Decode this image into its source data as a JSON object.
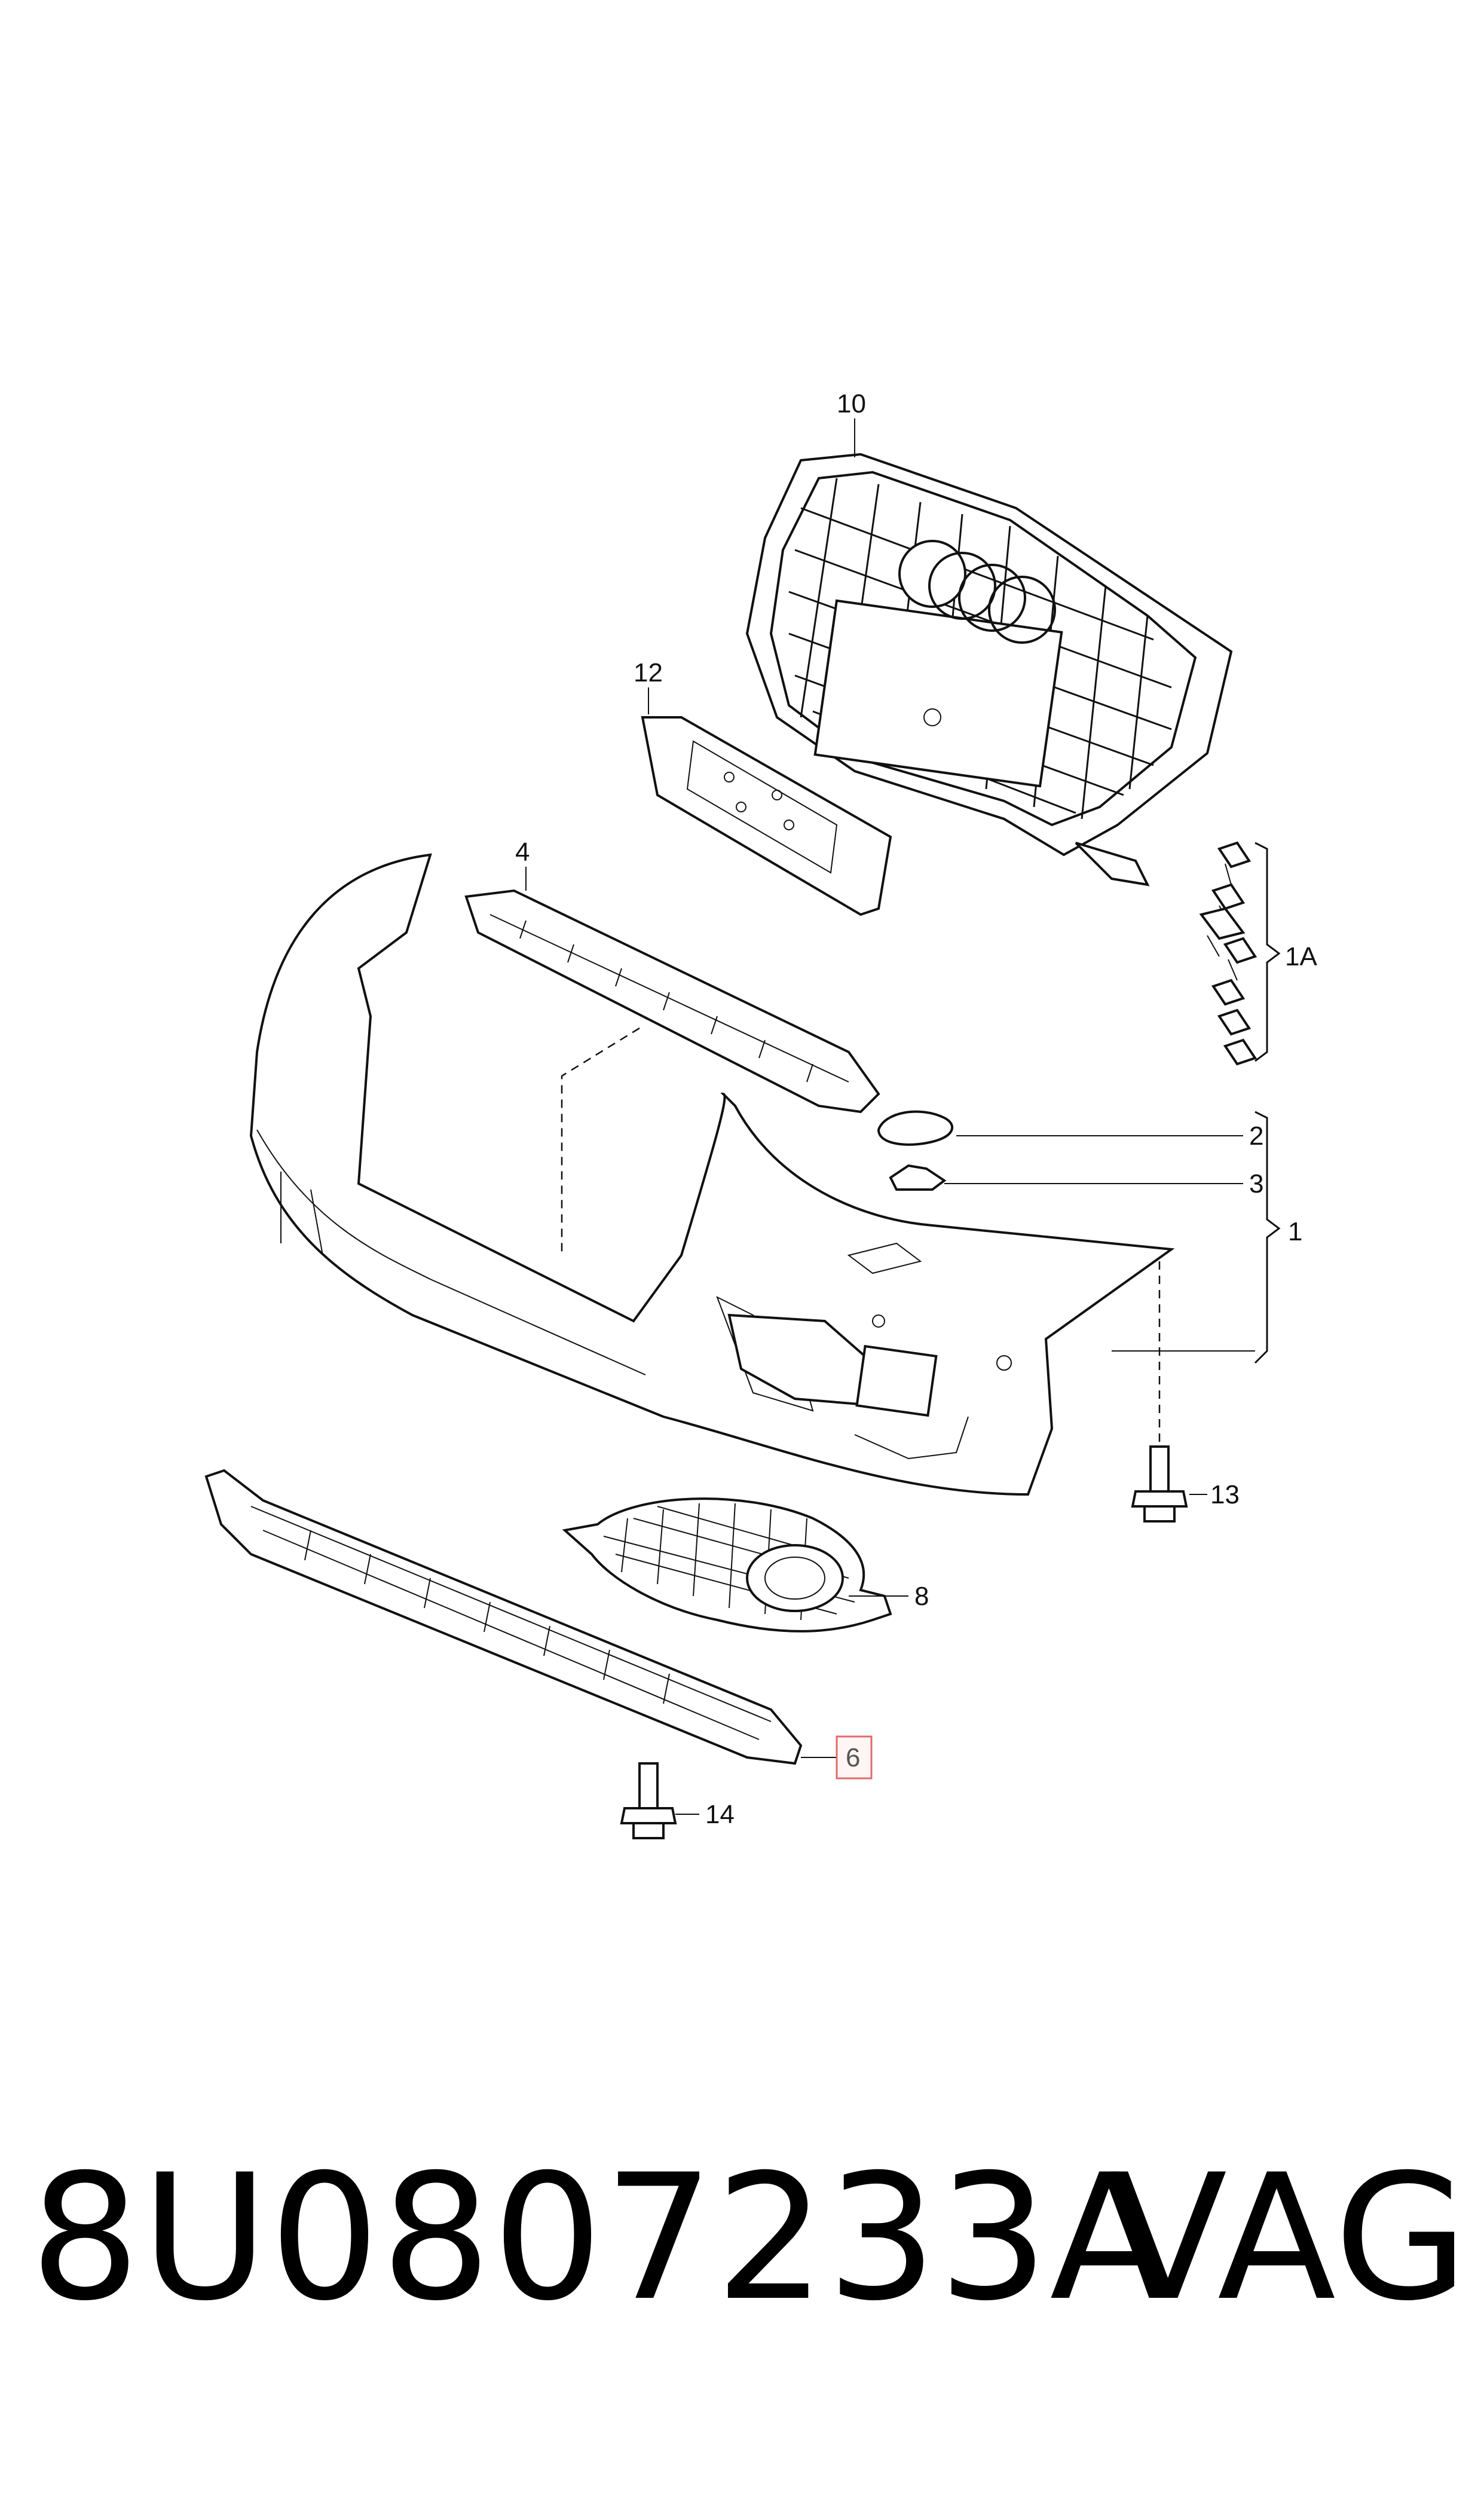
{
  "callouts": {
    "c10": "10",
    "c12": "12",
    "c4": "4",
    "c1A": "1A",
    "c2": "2",
    "c3": "3",
    "c1": "1",
    "c13": "13",
    "c8": "8",
    "c6": "6",
    "c14": "14"
  },
  "footer": {
    "part_number": "8U0807233A",
    "brand": "VAG"
  },
  "colors": {
    "highlight_box": "#e26b6b",
    "line": "#111111"
  }
}
